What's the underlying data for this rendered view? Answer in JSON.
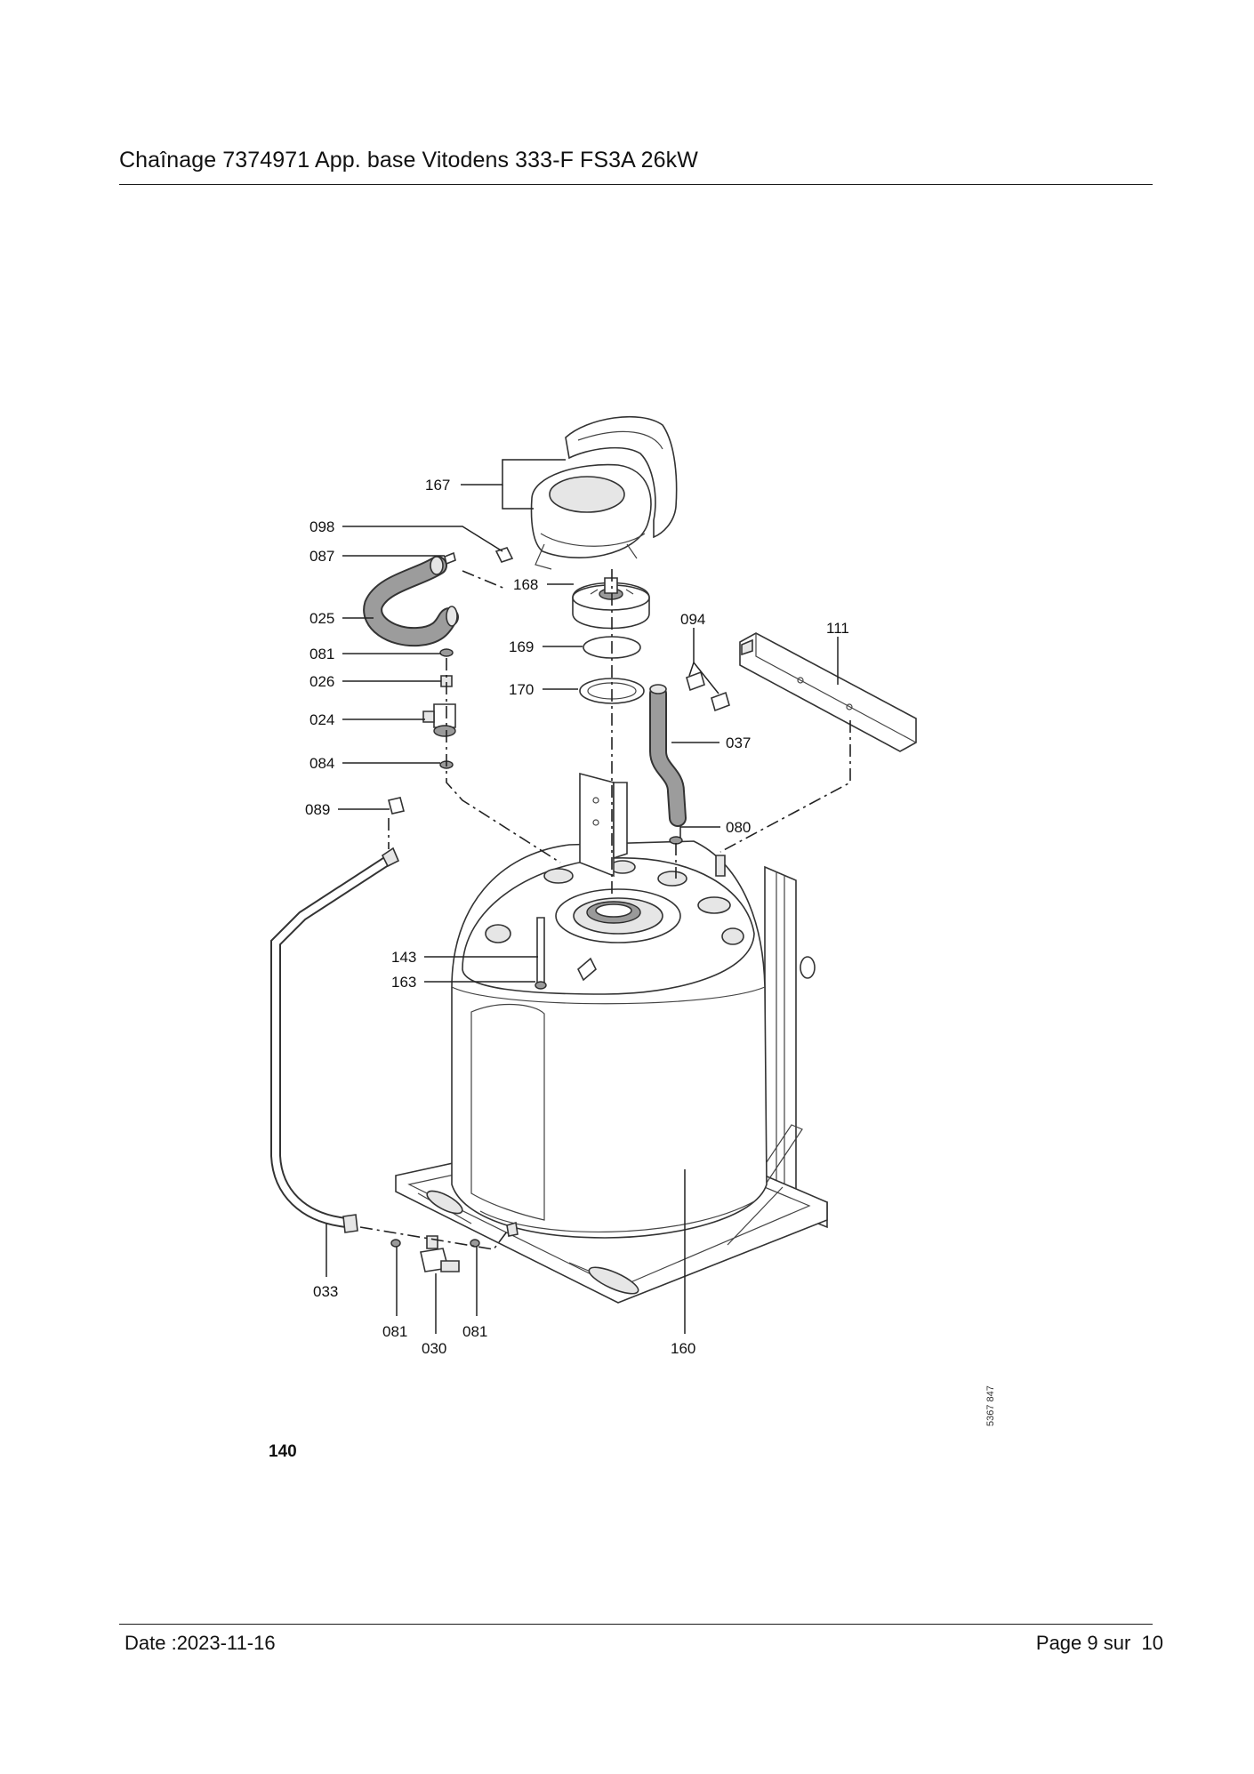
{
  "header": {
    "title": "Chaînage 7374971 App. base Vitodens 333-F FS3A 26kW"
  },
  "diagram": {
    "figure_number": "140",
    "reference_number": "5367 847",
    "callouts": [
      {
        "id": "167",
        "label": "167"
      },
      {
        "id": "098",
        "label": "098"
      },
      {
        "id": "087",
        "label": "087"
      },
      {
        "id": "168",
        "label": "168"
      },
      {
        "id": "025",
        "label": "025"
      },
      {
        "id": "094",
        "label": "094"
      },
      {
        "id": "111",
        "label": "111"
      },
      {
        "id": "081a",
        "label": "081"
      },
      {
        "id": "169",
        "label": "169"
      },
      {
        "id": "026",
        "label": "026"
      },
      {
        "id": "170",
        "label": "170"
      },
      {
        "id": "024",
        "label": "024"
      },
      {
        "id": "037",
        "label": "037"
      },
      {
        "id": "084",
        "label": "084"
      },
      {
        "id": "089",
        "label": "089"
      },
      {
        "id": "080",
        "label": "080"
      },
      {
        "id": "143",
        "label": "143"
      },
      {
        "id": "163",
        "label": "163"
      },
      {
        "id": "033",
        "label": "033"
      },
      {
        "id": "081b",
        "label": "081"
      },
      {
        "id": "081c",
        "label": "081"
      },
      {
        "id": "030",
        "label": "030"
      },
      {
        "id": "160",
        "label": "160"
      }
    ]
  },
  "footer": {
    "date": "Date :2023-11-16",
    "page": "Page 9 sur  10"
  }
}
